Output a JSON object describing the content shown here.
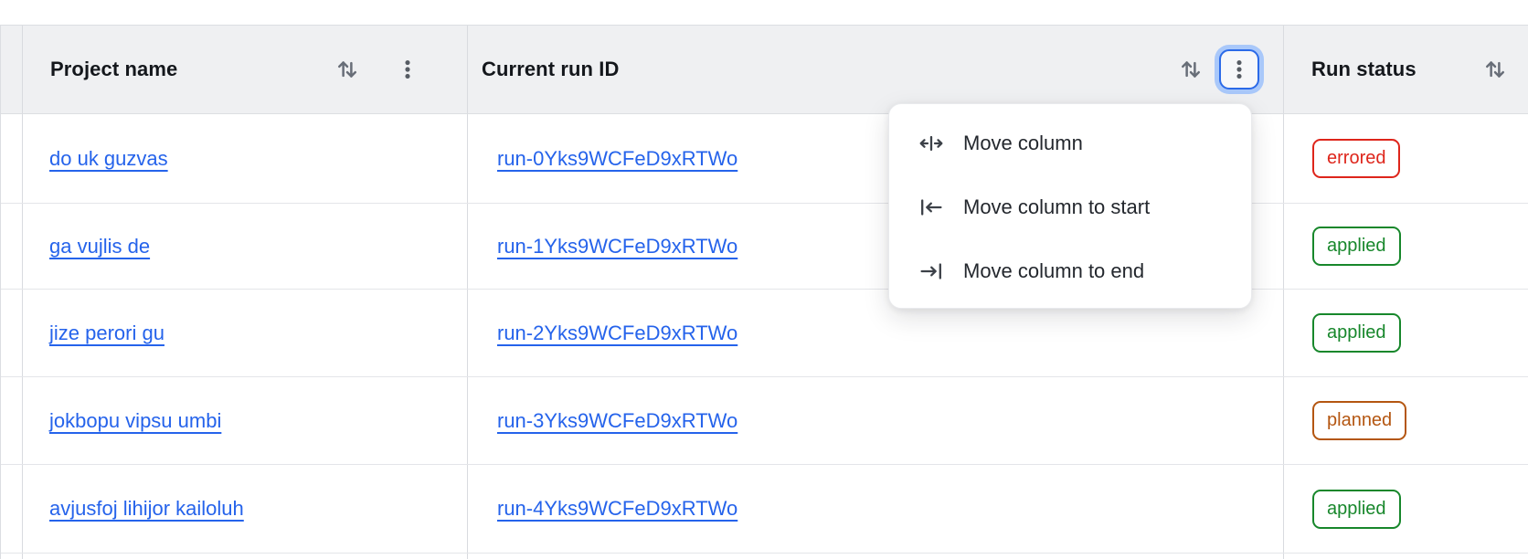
{
  "colors": {
    "link": "#2563eb",
    "errored": "#de251b",
    "applied": "#17872b",
    "planned": "#b45611",
    "focus-ring": "#a9c8fa",
    "focus-border": "#2b6ae8"
  },
  "header": {
    "columns": [
      {
        "label": "Project name",
        "icons": [
          "sort-arrows-icon",
          "kebab-icon"
        ]
      },
      {
        "label": "Current run ID",
        "icons": [
          "sort-arrows-icon",
          "kebab-icon"
        ],
        "menu_open": true
      },
      {
        "label": "Run status",
        "icons": [
          "sort-arrows-icon"
        ]
      }
    ]
  },
  "menu": {
    "items": [
      {
        "label": "Move column",
        "icon": "move-column-icon"
      },
      {
        "label": "Move column to start",
        "icon": "move-column-to-start-icon"
      },
      {
        "label": "Move column to end",
        "icon": "move-column-to-end-icon"
      }
    ]
  },
  "rows": [
    {
      "project": "do uk guzvas",
      "run_id": "run-0Yks9WCFeD9xRTWo",
      "status": "errored"
    },
    {
      "project": "ga vujlis de",
      "run_id": "run-1Yks9WCFeD9xRTWo",
      "status": "applied"
    },
    {
      "project": "jize perori gu",
      "run_id": "run-2Yks9WCFeD9xRTWo",
      "status": "applied"
    },
    {
      "project": "jokbopu vipsu umbi",
      "run_id": "run-3Yks9WCFeD9xRTWo",
      "status": "planned"
    },
    {
      "project": "avjusfoj lihijor kailoluh",
      "run_id": "run-4Yks9WCFeD9xRTWo",
      "status": "applied"
    }
  ]
}
